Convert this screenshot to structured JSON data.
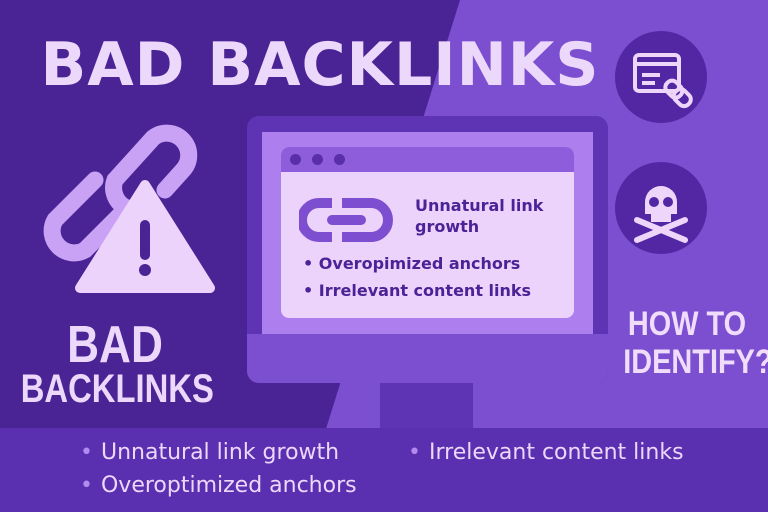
{
  "title": "BAD BACKLINKS",
  "browser": {
    "heading": "Unnatural link growth",
    "bullets": [
      "Overopimized anchors",
      "Irrelevant content links"
    ]
  },
  "left_label": {
    "line1": "BAD",
    "line2": "BACKLINKS"
  },
  "side_label": {
    "line1": "HOW TO",
    "line2": "IDENTIFY?"
  },
  "bottom_bullets": [
    "Unnatural link growth",
    "Irrelevant content links",
    "Overoptimized anchors"
  ],
  "colors": {
    "bg_dark": "#4a2494",
    "bg_light": "#7b4fd0",
    "text_light": "#ecd8fb",
    "accent": "#c9a2f5"
  }
}
